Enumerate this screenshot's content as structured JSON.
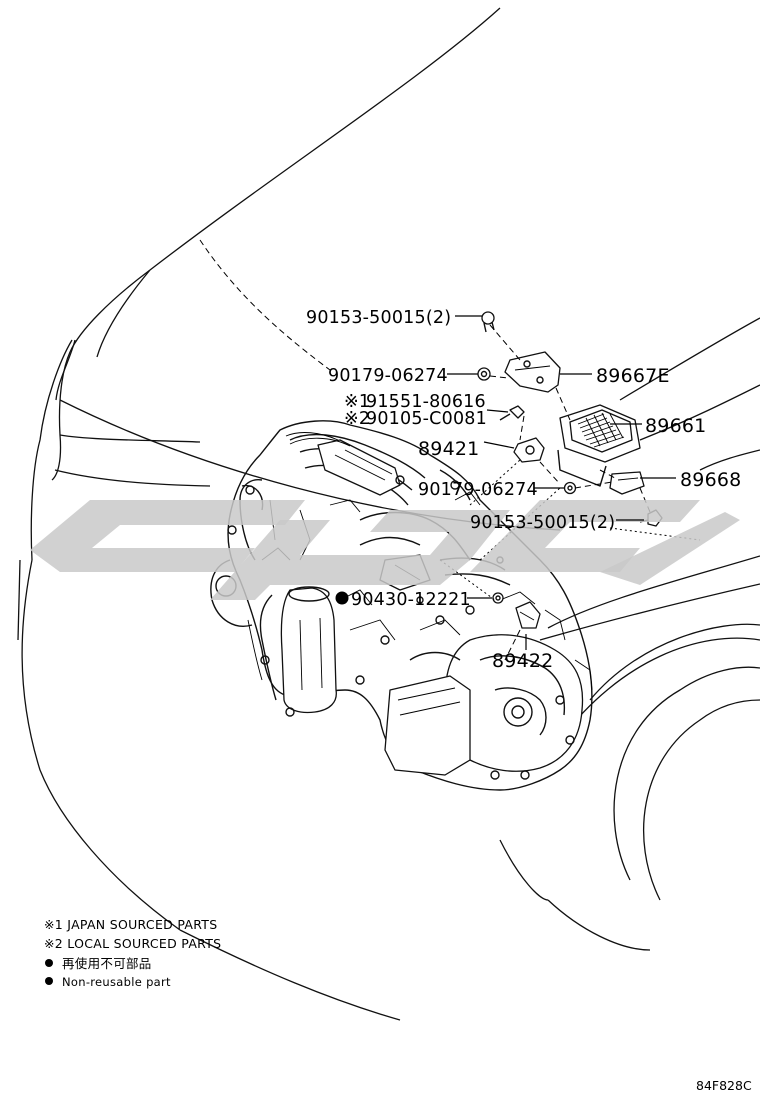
{
  "labels": {
    "p1": "90153-50015(2)",
    "p2": "90179-06274",
    "p3": "89667E",
    "p4_prefix": "※1",
    "p4": "91551-80616",
    "p5_prefix": "※2",
    "p5": "90105-C0081",
    "p6": "89661",
    "p7": "89421",
    "p8": "90179-06274",
    "p9": "89668",
    "p10": "90153-50015(2)",
    "p11": "90430-12221",
    "p12": "89422"
  },
  "legend": {
    "line1": "※1 JAPAN SOURCED PARTS",
    "line2": "※2 LOCAL SOURCED PARTS",
    "line3": "再使用不可部品",
    "line4": "Non-reusable part"
  },
  "figure_code": "84F828C",
  "colors": {
    "line": "#000000",
    "watermark": "#c9c9c9"
  }
}
